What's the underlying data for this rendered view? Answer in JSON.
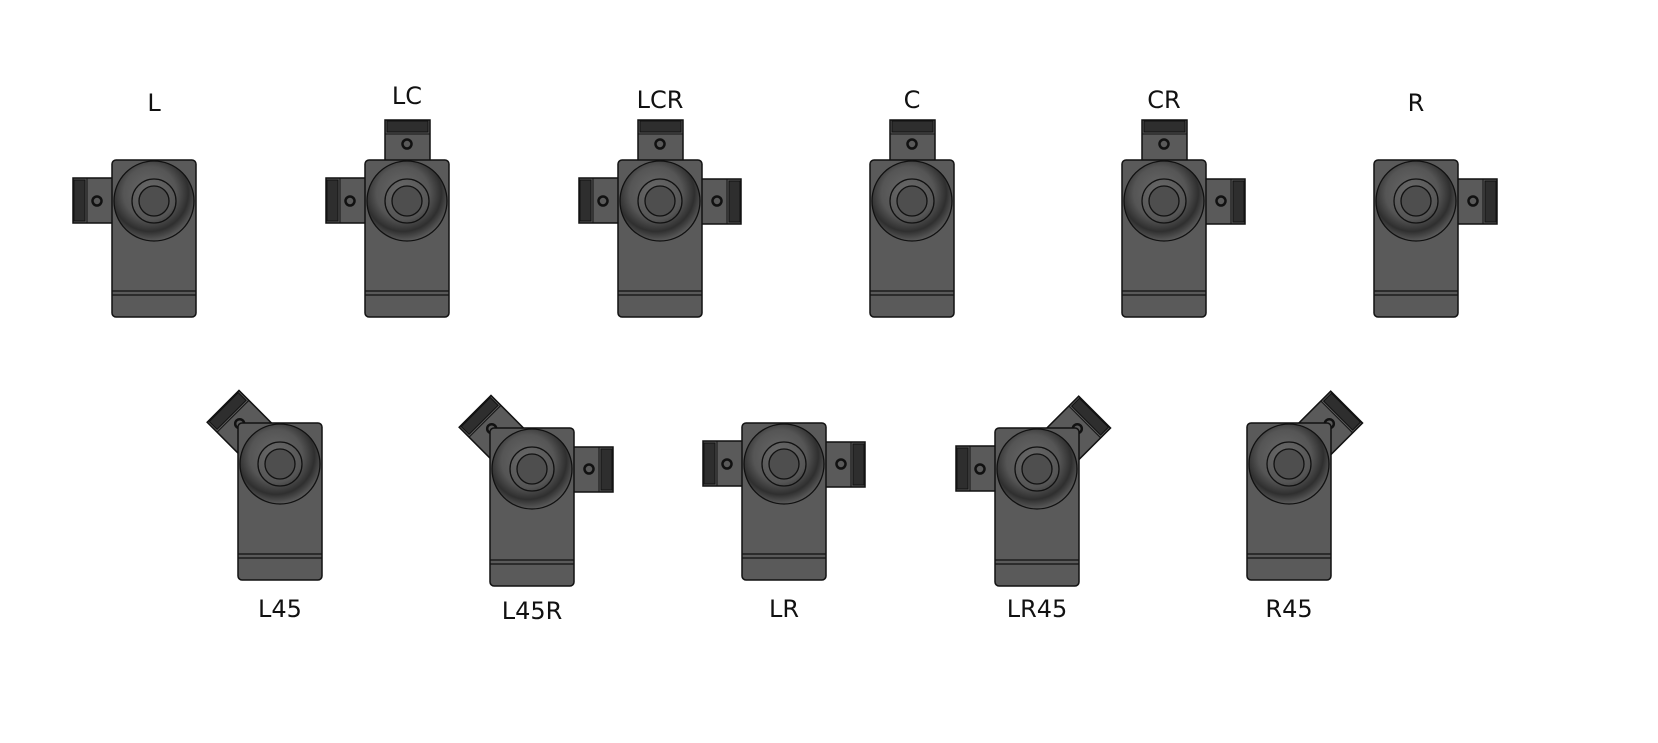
{
  "colors": {
    "part_fill": "#5a5a5a",
    "part_dark": "#2e2e2e",
    "outline": "#111111"
  },
  "parts": [
    {
      "name": "L",
      "tabs": [
        "L"
      ]
    },
    {
      "name": "LC",
      "tabs": [
        "L",
        "C"
      ]
    },
    {
      "name": "LCR",
      "tabs": [
        "L",
        "C",
        "R"
      ]
    },
    {
      "name": "C",
      "tabs": [
        "C"
      ]
    },
    {
      "name": "CR",
      "tabs": [
        "C",
        "R"
      ]
    },
    {
      "name": "R",
      "tabs": [
        "R"
      ]
    },
    {
      "name": "L45",
      "tabs": [
        "L45"
      ]
    },
    {
      "name": "L45R",
      "tabs": [
        "L45",
        "R"
      ]
    },
    {
      "name": "LR",
      "tabs": [
        "L",
        "R"
      ]
    },
    {
      "name": "LR45",
      "tabs": [
        "L",
        "R45"
      ]
    },
    {
      "name": "R45",
      "tabs": [
        "R45"
      ]
    }
  ]
}
